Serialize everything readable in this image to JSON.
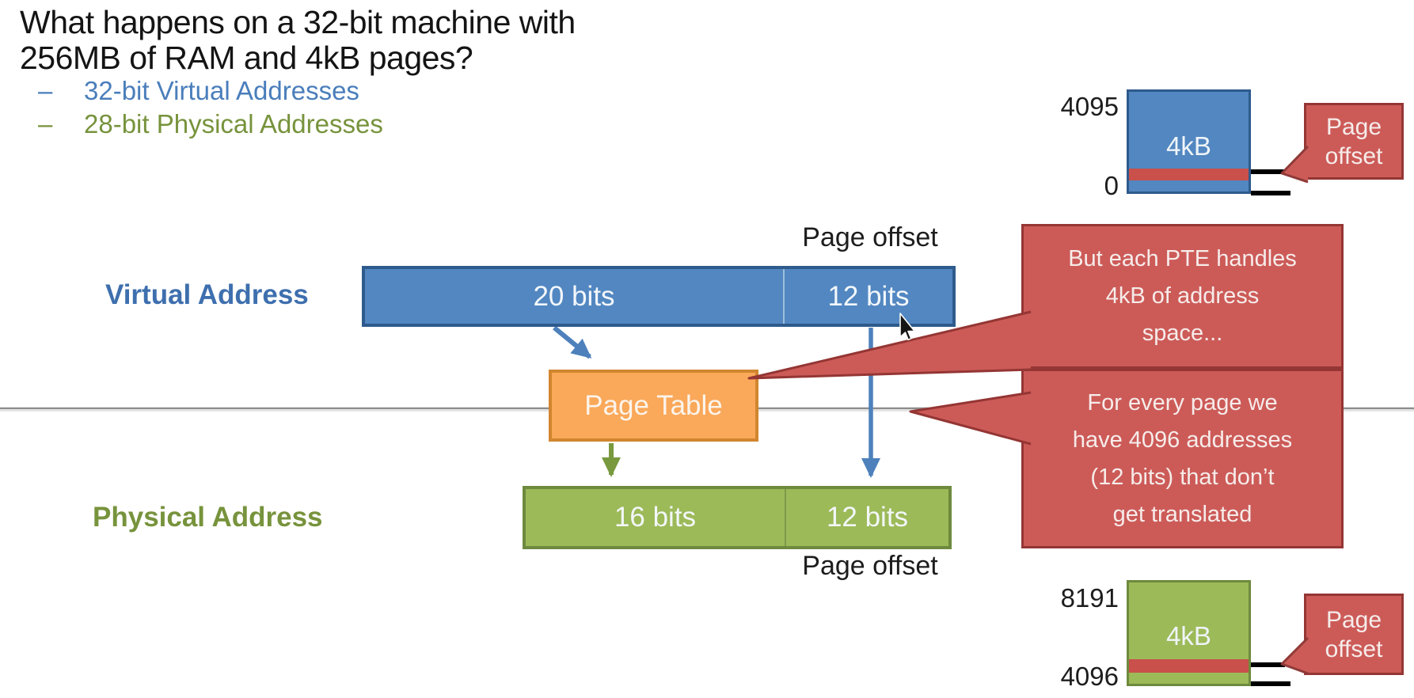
{
  "slide": {
    "title_lines": [
      "What happens on a 32-bit machine with",
      "256MB of RAM and 4kB pages?"
    ],
    "bullets": [
      {
        "dash": "–",
        "label": "32-bit Virtual Addresses"
      },
      {
        "dash": "–",
        "label": "28-bit Physical Addresses"
      }
    ]
  },
  "virtual_address": {
    "label": "Virtual Address",
    "index_field": "20 bits",
    "offset_field": "12 bits",
    "page_offset_label": "Page offset"
  },
  "physical_address": {
    "label": "Physical Address",
    "frame_field": "16 bits",
    "offset_field": "12 bits",
    "page_offset_label": "Page offset"
  },
  "page_table": {
    "label": "Page Table"
  },
  "callouts": {
    "pte_lines": [
      "But each PTE handles",
      "4kB of address",
      "space..."
    ],
    "pages_lines": [
      "For every page we",
      "have 4096 addresses",
      "(12 bits) that don’t",
      "get translated"
    ],
    "page_offset_top_lines": [
      "Page",
      "offset"
    ],
    "page_offset_bottom_lines": [
      "Page",
      "offset"
    ]
  },
  "virtual_page_box": {
    "top_value": "4095",
    "bottom_value": "0",
    "size_label": "4kB"
  },
  "physical_page_box": {
    "top_value": "8191",
    "bottom_value": "4096",
    "size_label": "4kB"
  },
  "colors": {
    "accent_blue": "#4F81BD",
    "accent_green": "#9BBB59",
    "accent_orange": "#FAA85A",
    "accent_red": "#CC5B58",
    "text_blue": "#4A7EBB",
    "text_green": "#77933C",
    "divider_gray": "#8C8C8C"
  }
}
